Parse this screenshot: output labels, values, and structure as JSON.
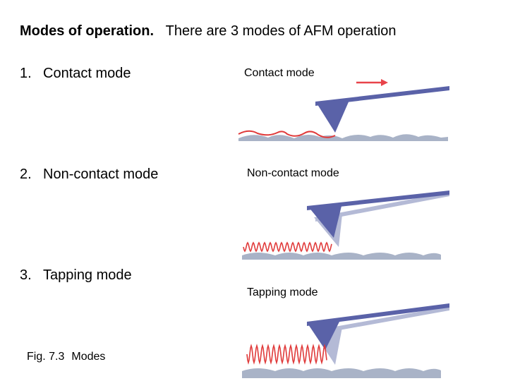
{
  "title": {
    "bold": "Modes of operation.",
    "rest": "There are 3 modes of AFM operation"
  },
  "modes": [
    {
      "number": "1.",
      "label": "Contact mode"
    },
    {
      "number": "2.",
      "label": "Non-contact mode"
    },
    {
      "number": "3.",
      "label": "Tapping mode"
    }
  ],
  "figure": {
    "number": "Fig. 7.3",
    "label": "Modes"
  },
  "panels": [
    {
      "label": "Contact mode"
    },
    {
      "label": "Non-contact mode"
    },
    {
      "label": "Tapping mode"
    }
  ],
  "colors": {
    "cantilever": "#5a62a8",
    "cantilever_ghost": "#b4bad6",
    "surface": "#a9b3c7",
    "signal": "#e03a3a",
    "arrow": "#e8434a"
  }
}
